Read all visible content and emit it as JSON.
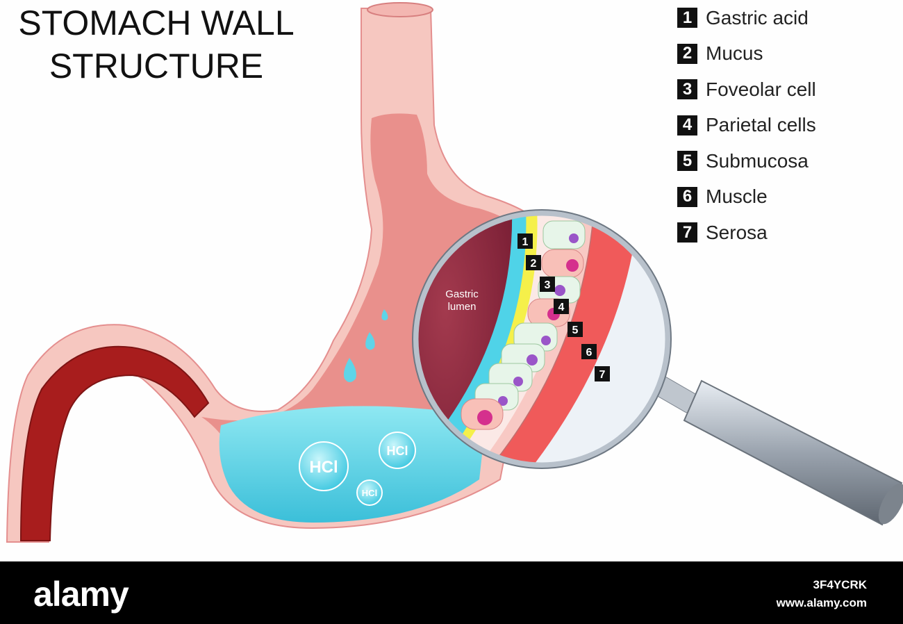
{
  "title": {
    "line1": "STOMACH WALL",
    "line2": "STRUCTURE"
  },
  "legend": [
    {
      "num": "1",
      "label": "Gastric acid"
    },
    {
      "num": "2",
      "label": "Mucus"
    },
    {
      "num": "3",
      "label": "Foveolar cell"
    },
    {
      "num": "4",
      "label": "Parietal cells"
    },
    {
      "num": "5",
      "label": "Submucosa"
    },
    {
      "num": "6",
      "label": "Muscle"
    },
    {
      "num": "7",
      "label": "Serosa"
    }
  ],
  "lumen_label": {
    "line1": "Gastric",
    "line2": "lumen"
  },
  "hcl_labels": [
    "HCl",
    "HCl",
    "HCl"
  ],
  "magnifier_markers": [
    "1",
    "2",
    "3",
    "4",
    "5",
    "6",
    "7"
  ],
  "footer": {
    "brand": "alamy",
    "image_id": "3F4YCRK",
    "site": "www.alamy.com"
  },
  "colors": {
    "stomach_wall": "#f6c7c0",
    "lumen": "#e58a8a",
    "acid": "#4fd3e8",
    "mucus": "#f5f04a",
    "muscle": "#f05a5a",
    "duodenum": "#a81d1d"
  }
}
